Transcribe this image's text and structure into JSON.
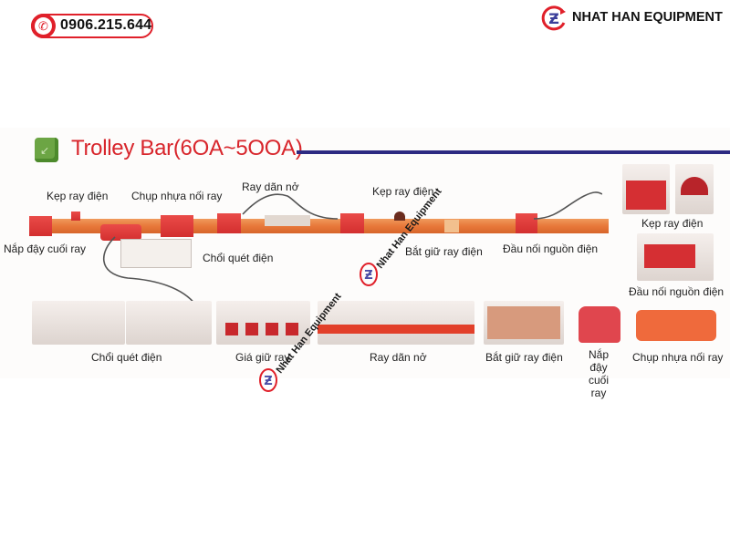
{
  "header": {
    "phone": "0906.215.644",
    "phone_icon": "phone-icon",
    "brand_name": "NHAT HAN EQUIPMENT",
    "brand_logo_icon": "nhat-han-logo-icon"
  },
  "section": {
    "title": "Trolley Bar(6OA~5OOA)",
    "title_icon": "green-cube-icon"
  },
  "diagram_labels": {
    "end_cap": "Nắp đậy cuối ray",
    "hanger_clamp_1": "Kẹp ray điện",
    "joint_cover": "Chụp nhựa nối ray",
    "expansion": "Ray dãn nở",
    "hanger_clamp_2": "Kẹp ray điện",
    "collector": "Chổi quét điện",
    "joint_clamp": "Bắt giữ ray điện",
    "feed_terminal": "Đầu nối nguồn điện"
  },
  "side_products": [
    {
      "label": "Kẹp ray điện"
    },
    {
      "label": "Đầu nối nguồn điện"
    }
  ],
  "bottom_products": [
    {
      "label": "Chổi quét điện"
    },
    {
      "label": "Giá giữ ray"
    },
    {
      "label": "Ray dãn nở"
    },
    {
      "label": "Bắt giữ ray điện"
    },
    {
      "label": "Nắp đậy cuối ray"
    },
    {
      "label": "Chụp nhựa nối ray"
    }
  ],
  "watermark": {
    "text": "Nhat Han Equipment"
  },
  "colors": {
    "accent_red": "#e0202a",
    "title_red": "#d8262c",
    "title_rule": "#2d2a82",
    "rail_orange": "#e8783a",
    "cube_green": "#6ca544"
  }
}
